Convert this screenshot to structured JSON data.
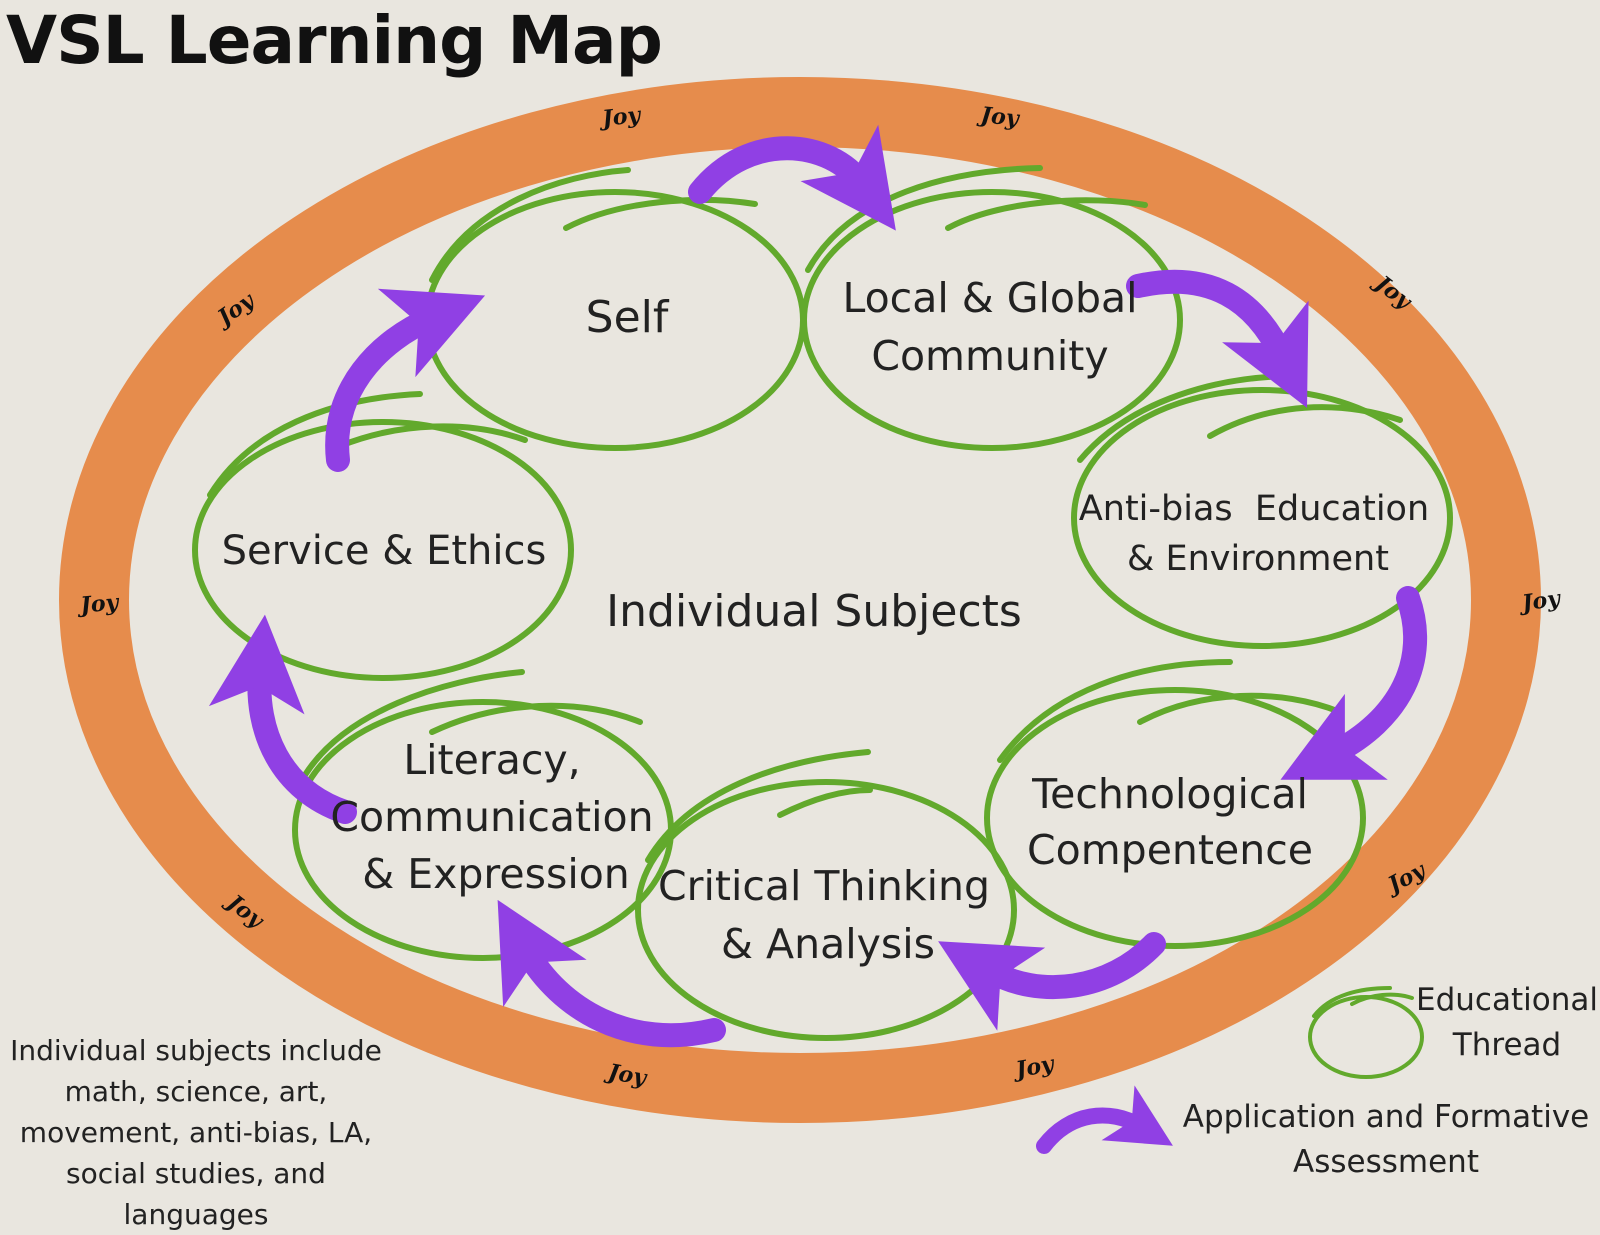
{
  "title": "VSL Learning Map",
  "ring_label": "Joy",
  "center_label": "Individual Subjects",
  "nodes": {
    "self": [
      "Self"
    ],
    "community": [
      "Local & Global",
      "Community"
    ],
    "antibias": [
      "Anti-bias  Education",
      "& Environment"
    ],
    "tech": [
      "Technological",
      "Compentence"
    ],
    "critical": [
      "Critical Thinking",
      "& Analysis"
    ],
    "literacy": [
      "Literacy,",
      "Communication",
      "& Expression"
    ],
    "service": [
      "Service & Ethics"
    ]
  },
  "footnote": [
    "Individual subjects include",
    "math, science, art,",
    "movement, anti-bias, LA,",
    "social studies, and languages"
  ],
  "legend": {
    "thread": [
      "Educational",
      "Thread"
    ],
    "arrow": [
      "Application and Formative",
      "Assessment"
    ]
  },
  "colors": {
    "background": "#e9e6df",
    "ring": "#e68c4c",
    "thread": "#62a92c",
    "arrow": "#9040e4"
  }
}
